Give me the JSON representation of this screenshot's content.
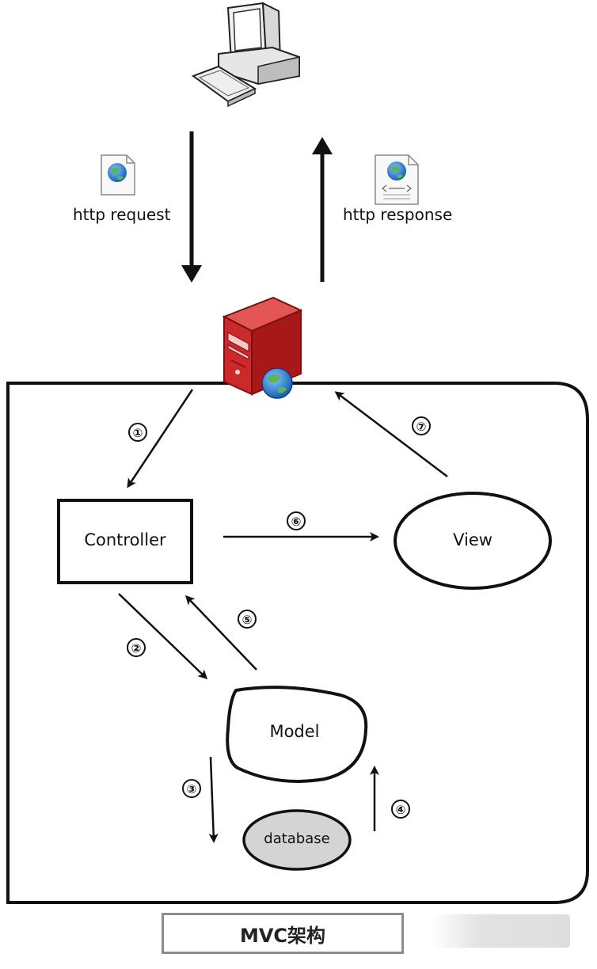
{
  "request_label": "http request",
  "response_label": "http response",
  "nodes": {
    "controller": "Controller",
    "view": "View",
    "model": "Model",
    "database": "database"
  },
  "steps": [
    "①",
    "②",
    "③",
    "④",
    "⑤",
    "⑥",
    "⑦"
  ],
  "caption": "MVC架构",
  "colors": {
    "server_red": "#cc2a2a",
    "database_fill": "#d4d4d4",
    "stroke": "#111111",
    "caption_border": "#8c8c8c"
  },
  "icons": [
    "desktop-computer-icon",
    "web-page-icon",
    "web-page-icon",
    "server-icon",
    "globe-icon"
  ]
}
